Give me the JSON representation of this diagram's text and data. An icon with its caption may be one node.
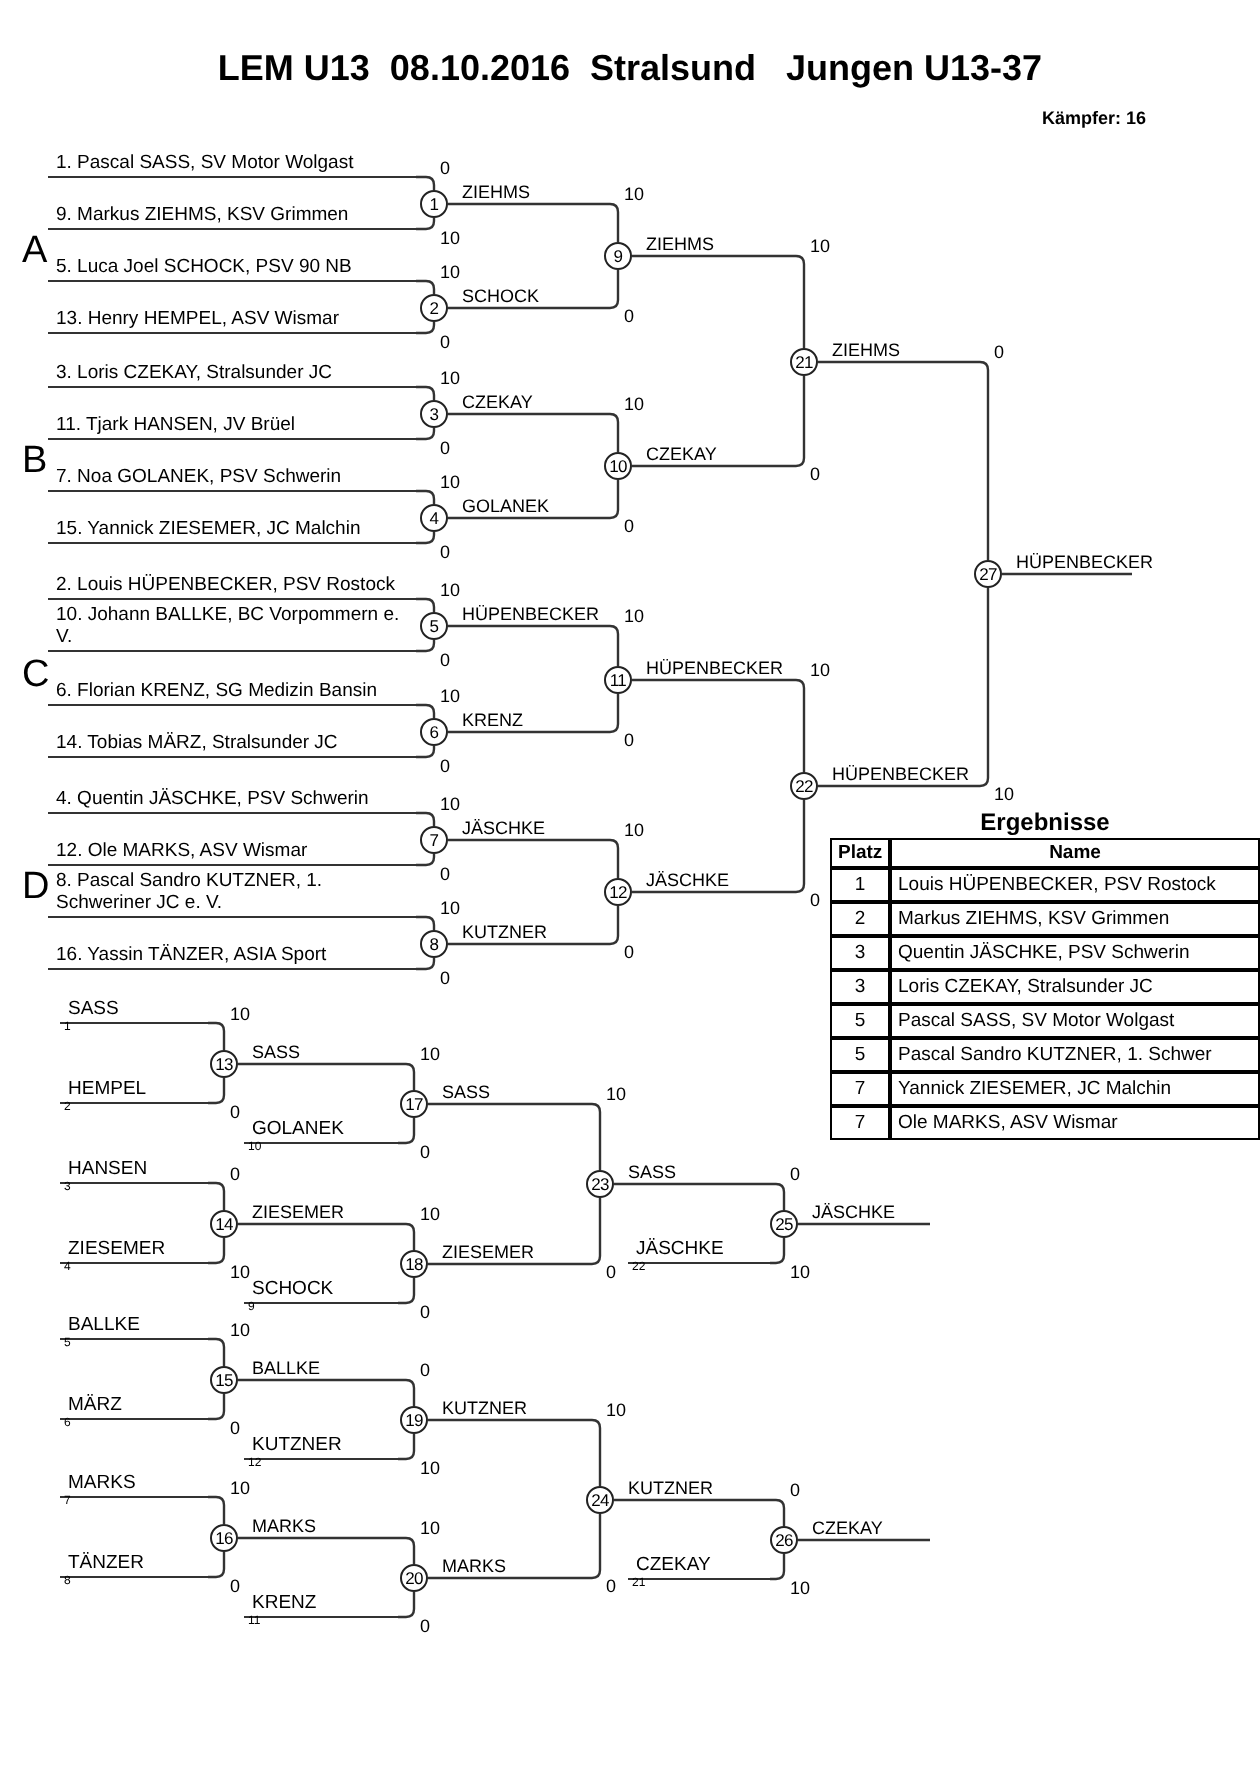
{
  "diagram": {
    "title": "LEM U13  08.10.2016  Stralsund   Jungen U13-37",
    "nodes": [
      {
        "text": [
          "1. Pascal SASS, SV Motor Wolgast"
        ]
      },
      {
        "text": [
          "9. Markus ZIEHMS, KSV Grimmen"
        ]
      },
      {
        "text": [
          "5. Luca Joel SCHOCK, PSV 90 NB"
        ]
      },
      {
        "text": [
          "13. Henry HEMPEL, ASV Wismar"
        ]
      },
      {
        "text": [
          "3. Loris CZEKAY, Stralsunder JC"
        ]
      },
      {
        "text": [
          "11. Tjark HANSEN, JV Brüel"
        ]
      },
      {
        "text": [
          "7. Noa GOLANEK, PSV Schwerin"
        ]
      },
      {
        "text": [
          "15. Yannick ZIESEMER, JC Malchin"
        ]
      },
      {
        "text": [
          "2. Louis HÜPENBECKER, PSV Rostock"
        ]
      },
      {
        "text": [
          "10. Johann BALLKE, BC Vorpommern e. V."
        ]
      },
      {
        "text": [
          "6. Florian KRENZ, SG Medizin Bansin"
        ]
      },
      {
        "text": [
          "14. Tobias MÄRZ, Stralsunder JC"
        ]
      },
      {
        "text": [
          "4. Quentin JÄSCHKE, PSV Schwerin"
        ]
      },
      {
        "text": [
          "12. Ole MARKS, ASV Wismar"
        ]
      },
      {
        "text": [
          "8. Pascal Sandro KUTZNER, 1. Schweriner JC e. V."
        ]
      },
      {
        "text": [
          "16. Yassin TÄNZER, ASIA Sport"
        ]
      },
      {
        "text": [
          "1"
        ]
      },
      {
        "text": [
          "2"
        ]
      },
      {
        "text": [
          "3"
        ]
      },
      {
        "text": [
          "4"
        ]
      },
      {
        "text": [
          "5"
        ]
      },
      {
        "text": [
          "6"
        ]
      },
      {
        "text": [
          "7"
        ]
      },
      {
        "text": [
          "8"
        ]
      },
      {
        "text": [
          "9"
        ]
      },
      {
        "text": [
          "10"
        ]
      },
      {
        "text": [
          "11"
        ]
      },
      {
        "text": [
          "12"
        ]
      },
      {
        "text": [
          "21"
        ]
      },
      {
        "text": [
          "22"
        ]
      },
      {
        "text": [
          "27"
        ]
      },
      {
        "text": [
          "SASS"
        ],
        "beside": [
          "1"
        ]
      },
      {
        "text": [
          "HEMPEL"
        ],
        "beside": [
          "2"
        ]
      },
      {
        "text": [
          "HANSEN"
        ],
        "beside": [
          "3"
        ]
      },
      {
        "text": [
          "ZIESEMER"
        ],
        "beside": [
          "4"
        ]
      },
      {
        "text": [
          "BALLKE"
        ],
        "beside": [
          "5"
        ]
      },
      {
        "text": [
          "MÄRZ"
        ],
        "beside": [
          "6"
        ]
      },
      {
        "text": [
          "MARKS"
        ],
        "beside": [
          "7"
        ]
      },
      {
        "text": [
          "TÄNZER"
        ],
        "beside": [
          "8"
        ]
      },
      {
        "text": [
          "13"
        ]
      },
      {
        "text": [
          "14"
        ]
      },
      {
        "text": [
          "15"
        ]
      },
      {
        "text": [
          "16"
        ]
      },
      {
        "text": [
          "GOLANEK"
        ],
        "beside": [
          "10"
        ]
      },
      {
        "text": [
          "SCHOCK"
        ],
        "beside": [
          "9"
        ]
      },
      {
        "text": [
          "KUTZNER"
        ],
        "beside": [
          "12"
        ]
      },
      {
        "text": [
          "KRENZ"
        ],
        "beside": [
          "11"
        ]
      },
      {
        "text": [
          "17"
        ]
      },
      {
        "text": [
          "18"
        ]
      },
      {
        "text": [
          "19"
        ]
      },
      {
        "text": [
          "20"
        ]
      },
      {
        "text": [
          "23"
        ]
      },
      {
        "text": [
          "24"
        ]
      },
      {
        "text": [
          "JÄSCHKE"
        ],
        "beside": [
          "22"
        ]
      },
      {
        "text": [
          "CZEKAY"
        ],
        "beside": [
          "21"
        ]
      },
      {
        "text": [
          "25"
        ]
      },
      {
        "text": [
          "26"
        ]
      }
    ],
    "edges": [
      {
        "from": 0,
        "to": 16,
        "arrow": "none"
      },
      {
        "from": 1,
        "to": 16,
        "arrow": "none"
      },
      {
        "from": 2,
        "to": 17,
        "arrow": "none"
      },
      {
        "from": 3,
        "to": 17,
        "arrow": "none"
      },
      {
        "from": 4,
        "to": 18,
        "arrow": "none"
      },
      {
        "from": 5,
        "to": 18,
        "arrow": "none"
      },
      {
        "from": 6,
        "to": 19,
        "arrow": "none"
      },
      {
        "from": 7,
        "to": 19,
        "arrow": "none"
      },
      {
        "from": 8,
        "to": 20,
        "arrow": "none"
      },
      {
        "from": 9,
        "to": 20,
        "arrow": "none"
      },
      {
        "from": 10,
        "to": 21,
        "arrow": "none"
      },
      {
        "from": 11,
        "to": 21,
        "arrow": "none"
      },
      {
        "from": 12,
        "to": 22,
        "arrow": "none"
      },
      {
        "from": 13,
        "to": 22,
        "arrow": "none"
      },
      {
        "from": 14,
        "to": 23,
        "arrow": "none"
      },
      {
        "from": 15,
        "to": 23,
        "arrow": "none"
      },
      {
        "from": 16,
        "to": 24,
        "arrow": "none",
        "label": "ZIEHMS"
      },
      {
        "from": 17,
        "to": 24,
        "arrow": "none",
        "label": "SCHOCK"
      },
      {
        "from": 18,
        "to": 25,
        "arrow": "none",
        "label": "CZEKAY"
      },
      {
        "from": 19,
        "to": 25,
        "arrow": "none",
        "label": "GOLANEK"
      },
      {
        "from": 20,
        "to": 26,
        "arrow": "none",
        "label": "HÜPENBECKER"
      },
      {
        "from": 21,
        "to": 26,
        "arrow": "none",
        "label": "KRENZ"
      },
      {
        "from": 22,
        "to": 27,
        "arrow": "none",
        "label": "JÄSCHKE"
      },
      {
        "from": 23,
        "to": 27,
        "arrow": "none",
        "label": "KUTZNER"
      },
      {
        "from": 24,
        "to": 28,
        "arrow": "none",
        "label": "ZIEHMS"
      },
      {
        "from": 25,
        "to": 28,
        "arrow": "none",
        "label": "CZEKAY"
      },
      {
        "from": 26,
        "to": 29,
        "arrow": "none",
        "label": "HÜPENBECKER"
      },
      {
        "from": 27,
        "to": 29,
        "arrow": "none",
        "label": "JÄSCHKE"
      },
      {
        "from": 28,
        "to": 30,
        "arrow": "none",
        "label": "ZIEHMS"
      },
      {
        "from": 29,
        "to": 30,
        "arrow": "none",
        "label": "HÜPENBECKER"
      },
      {
        "from": 30,
        "to": null,
        "arrow": "none",
        "label": "HÜPENBECKER"
      },
      {
        "from": 31,
        "to": 39,
        "arrow": "none"
      },
      {
        "from": 32,
        "to": 39,
        "arrow": "none"
      },
      {
        "from": 33,
        "to": 40,
        "arrow": "none"
      },
      {
        "from": 34,
        "to": 40,
        "arrow": "none"
      },
      {
        "from": 35,
        "to": 41,
        "arrow": "none"
      },
      {
        "from": 36,
        "to": 41,
        "arrow": "none"
      },
      {
        "from": 37,
        "to": 42,
        "arrow": "none"
      },
      {
        "from": 38,
        "to": 42,
        "arrow": "none"
      },
      {
        "from": 39,
        "to": 47,
        "arrow": "none",
        "label": "SASS"
      },
      {
        "from": 40,
        "to": 48,
        "arrow": "none",
        "label": "ZIESEMER"
      },
      {
        "from": 41,
        "to": 49,
        "arrow": "none",
        "label": "BALLKE"
      },
      {
        "from": 42,
        "to": 50,
        "arrow": "none",
        "label": "MARKS"
      },
      {
        "from": 43,
        "to": 47,
        "arrow": "none"
      },
      {
        "from": 44,
        "to": 48,
        "arrow": "none"
      },
      {
        "from": 45,
        "to": 49,
        "arrow": "none"
      },
      {
        "from": 46,
        "to": 50,
        "arrow": "none"
      },
      {
        "from": 47,
        "to": 51,
        "arrow": "none",
        "label": "SASS"
      },
      {
        "from": 48,
        "to": 51,
        "arrow": "none",
        "label": "ZIESEMER"
      },
      {
        "from": 49,
        "to": 52,
        "arrow": "none",
        "label": "KUTZNER"
      },
      {
        "from": 50,
        "to": 52,
        "arrow": "none",
        "label": "MARKS"
      },
      {
        "from": 51,
        "to": 55,
        "arrow": "none",
        "label": "SASS"
      },
      {
        "from": 53,
        "to": 55,
        "arrow": "none"
      },
      {
        "from": 55,
        "to": null,
        "arrow": "none",
        "label": "JÄSCHKE"
      },
      {
        "from": 52,
        "to": 56,
        "arrow": "none",
        "label": "KUTZNER"
      },
      {
        "from": 54,
        "to": 56,
        "arrow": "none"
      },
      {
        "from": 56,
        "to": null,
        "arrow": "none",
        "label": "CZEKAY"
      }
    ],
    "labels": [
      "Kämpfer: 16",
      "A",
      "B",
      "C",
      "D",
      "0",
      "10",
      "10",
      "0",
      "10",
      "0",
      "10",
      "0",
      "10",
      "0",
      "10",
      "0",
      "10",
      "0",
      "10",
      "0",
      "10",
      "0",
      "10",
      "0",
      "10",
      "0",
      "10",
      "0",
      "10",
      "0",
      "10",
      "0",
      "0",
      "10",
      "10",
      "0",
      "0",
      "10",
      "10",
      "0",
      "10",
      "0",
      "10",
      "0",
      "10",
      "0",
      "0",
      "10",
      "10",
      "0",
      "10",
      "0",
      "10",
      "0",
      "0",
      "10",
      "0",
      "10",
      "Ergebnisse",
      "Platz",
      "Name",
      "1",
      "Louis HÜPENBECKER, PSV Rostock",
      "2",
      "Markus ZIEHMS, KSV Grimmen",
      "3",
      "Quentin JÄSCHKE, PSV Schwerin",
      "3",
      "Loris CZEKAY, Stralsunder JC",
      "5",
      "Pascal SASS, SV Motor Wolgast",
      "5",
      "Pascal Sandro KUTZNER, 1. Schwer",
      "7",
      "Yannick ZIESEMER, JC Malchin",
      "7",
      "Ole MARKS, ASV Wismar"
    ]
  }
}
